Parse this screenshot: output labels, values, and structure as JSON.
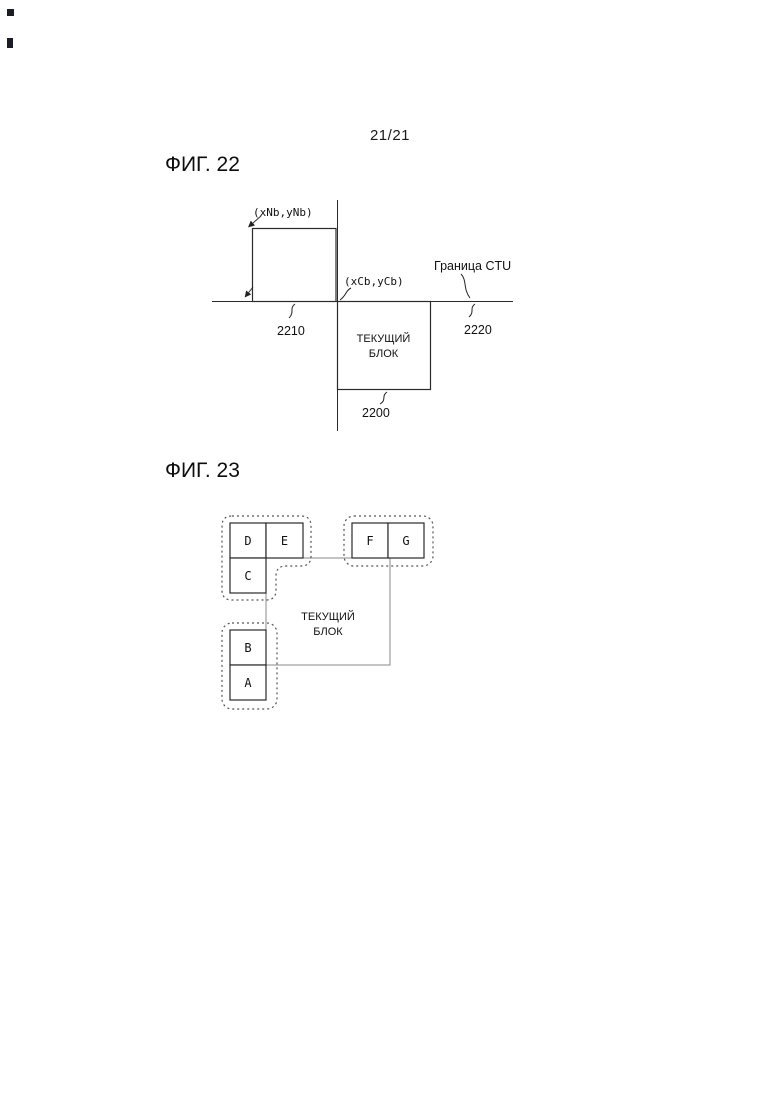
{
  "page": {
    "number": "21/21"
  },
  "fig22": {
    "title": "ФИГ. 22",
    "neighbor_coord_label": "(xNb,yNb)",
    "current_coord_label": "(xCb,yCb)",
    "ctu_boundary_label": "Граница CTU",
    "current_block_label_line1": "ТЕКУЩИЙ",
    "current_block_label_line2": "БЛОК",
    "ref_neighbor": "2210",
    "ref_ctu": "2220",
    "ref_current": "2200"
  },
  "fig23": {
    "title": "ФИГ. 23",
    "current_block_label_line1": "ТЕКУЩИЙ",
    "current_block_label_line2": "БЛОК",
    "block_d": "D",
    "block_e": "E",
    "block_c": "C",
    "block_b": "B",
    "block_a": "A",
    "block_f": "F",
    "block_g": "G"
  }
}
